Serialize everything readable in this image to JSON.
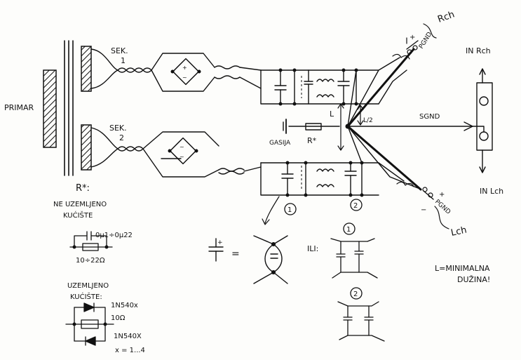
{
  "labels": {
    "primar": "PRIMAR",
    "sek1_a": "SEK.",
    "sek1_b": "1",
    "sek2_a": "SEK.",
    "sek2_b": "2",
    "pgnd_r": "PGND",
    "rch": "Rch",
    "pgnd_l": "PGND",
    "lch": "Lch",
    "in_rch": "IN Rch",
    "in_lch": "IN Lch",
    "sgnd": "SGND",
    "l_mark": "L",
    "l2_mark": "L/2",
    "r_star": "R*",
    "gasija": "GASIJA",
    "node1": "1",
    "node2": "2",
    "plus": "+",
    "minus": "−",
    "r_star_title": "R*:",
    "ne_uzemljeno": "NE UZEMLJENO",
    "kuciste1": "KUĆIŠTE",
    "cap_range": "0μ1÷0μ22",
    "res_range": "10÷22Ω",
    "uzemljeno": "UZEMLJENO",
    "kuciste2": "KUĆIŠTE:",
    "diode1": "1N540x",
    "res10": "10Ω",
    "diode2": "1N540X",
    "x_range": "x = 1...4",
    "equals": "=",
    "ili": "ILI:",
    "circ1": "1",
    "circ2": "2",
    "l_min_1": "L=MINIMALNA",
    "l_min_2": "DUŽINA!"
  }
}
